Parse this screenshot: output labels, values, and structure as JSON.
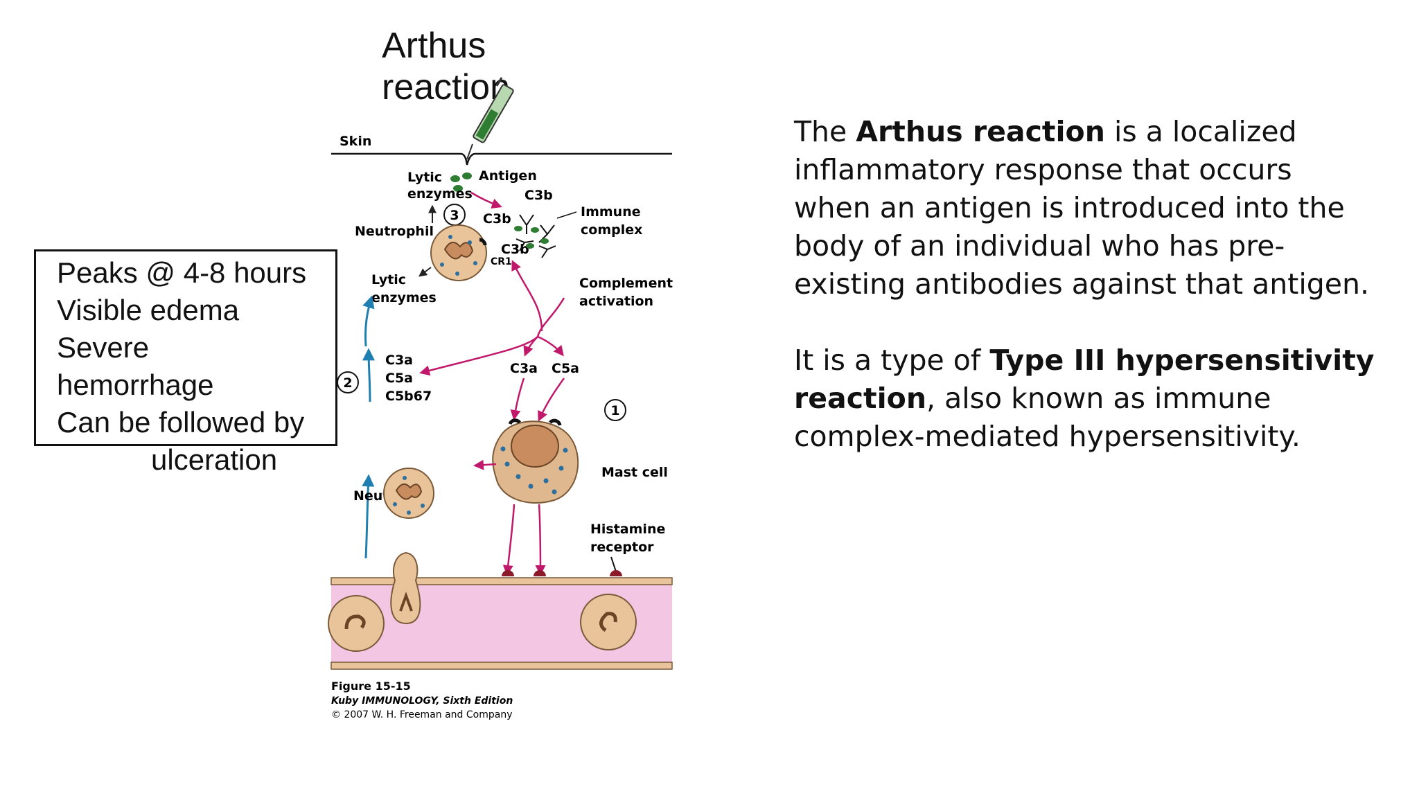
{
  "title": "Arthus reaction",
  "notes": [
    "Peaks @ 4-8 hours",
    "Visible edema",
    "Severe",
    "hemorrhage",
    "Can be followed by",
    "ulceration"
  ],
  "diagram": {
    "labels": {
      "skin": "Skin",
      "antigen": "Antigen",
      "lytic_enzymes_1": "Lytic",
      "lytic_enzymes_2": "enzymes",
      "lytic_enzymes_3": "Lytic",
      "lytic_enzymes_4": "enzymes",
      "c3b_top": "C3b",
      "c3b_left": "C3b",
      "c3b_bottom": "C3b",
      "immune_complex_1": "Immune",
      "immune_complex_2": "complex",
      "neutrophil_top": "Neutrophil",
      "cr1": "CR1",
      "complement_1": "Complement",
      "complement_2": "activation",
      "c3a_left": "C3a",
      "c5a_left": "C5a",
      "c5b67": "C5b67",
      "c3a_right": "C3a",
      "c5a_right": "C5a",
      "step1": "1",
      "step2": "2",
      "step3": "3",
      "mast_cell": "Mast cell",
      "neutrophil_bottom": "Neutrophil",
      "histamine_1": "Histamine",
      "histamine_2": "receptor"
    },
    "caption": {
      "figure": "Figure 15-15",
      "book": "Kuby IMMUNOLOGY, Sixth Edition",
      "copyright": "© 2007 W. H. Freeman and Company"
    }
  },
  "description": {
    "p1_before": "The ",
    "p1_bold": "Arthus reaction",
    "p1_after": " is a localized inflammatory response that occurs when an antigen is introduced into the body of an individual who has pre-existing antibodies against that antigen.",
    "p2_before": "It is a type of ",
    "p2_bold": "Type III hypersensitivity reaction",
    "p2_after": ", also known as immune complex-mediated hypersensitivity."
  },
  "colors": {
    "magenta": "#c0186a",
    "blue": "#1f7fb0",
    "cell": "#e9c49a",
    "vessel": "#f3c6e3",
    "antigen": "#2e7d32"
  }
}
